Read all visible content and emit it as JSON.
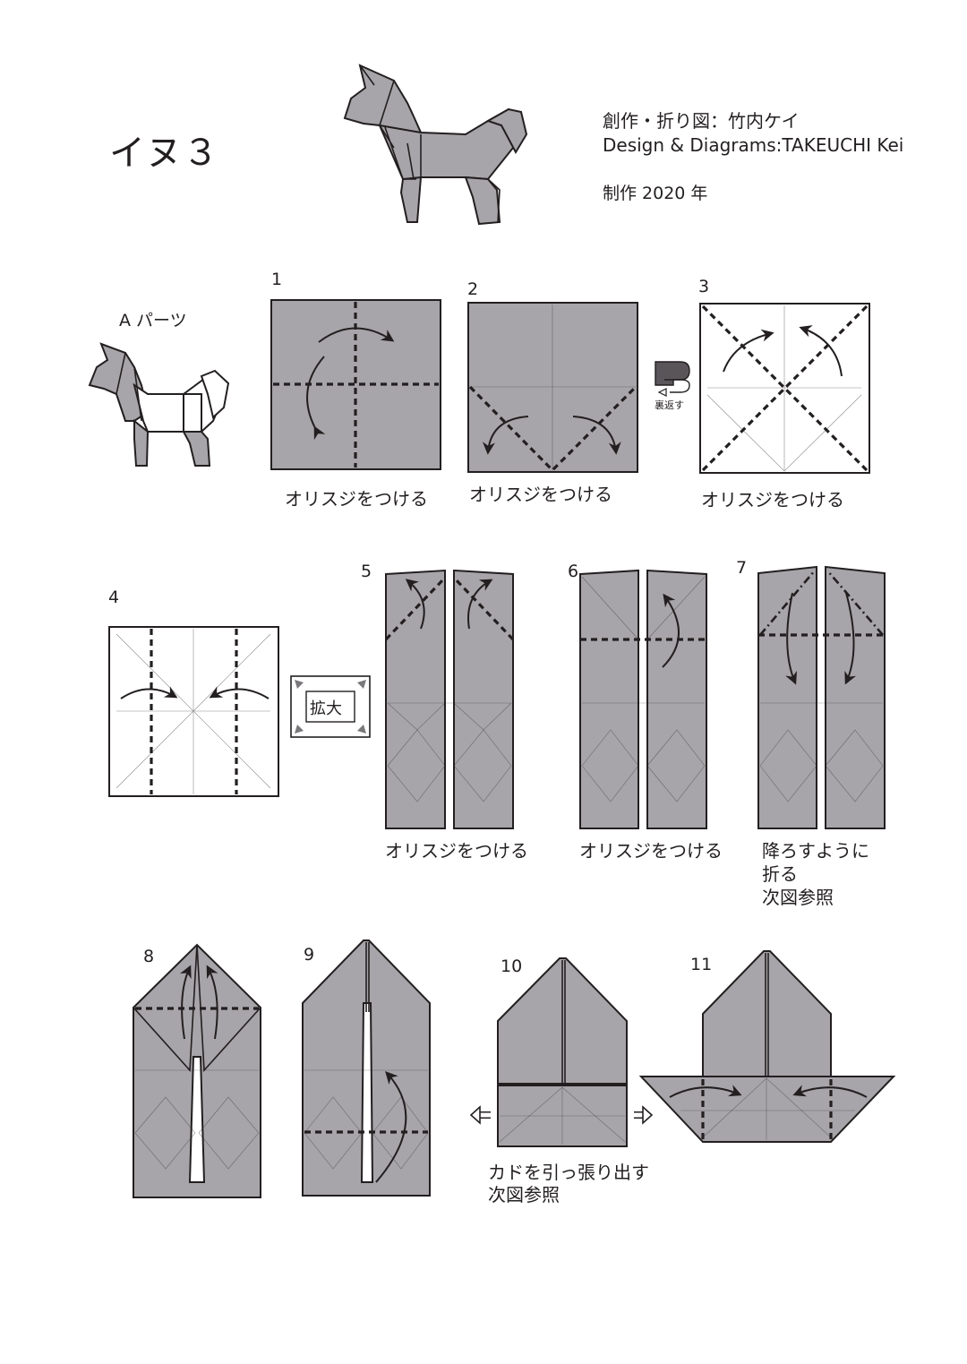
{
  "header": {
    "title": "イヌ３",
    "credit_ja": "創作・折り図：竹内ケイ",
    "credit_en": "Design & Diagrams:TAKEUCHI Kei",
    "year": "制作 2020 年"
  },
  "part_label": "A パーツ",
  "icons": {
    "turn_over_label": "裏返す",
    "enlarge_label": "拡大"
  },
  "colors": {
    "paper": "#a7a5a9",
    "line": "#231f20"
  },
  "steps": [
    {
      "number": "1",
      "caption": "オリスジをつける"
    },
    {
      "number": "2",
      "caption": "オリスジをつける"
    },
    {
      "number": "3",
      "caption": "オリスジをつける"
    },
    {
      "number": "4",
      "caption": ""
    },
    {
      "number": "5",
      "caption": "オリスジをつける"
    },
    {
      "number": "6",
      "caption": "オリスジをつける"
    },
    {
      "number": "7",
      "caption_lines": [
        "降ろすように",
        "折る",
        "次図参照"
      ]
    },
    {
      "number": "8",
      "caption": ""
    },
    {
      "number": "9",
      "caption": ""
    },
    {
      "number": "10",
      "caption_lines": [
        "カドを引っ張り出す",
        "次図参照"
      ]
    },
    {
      "number": "11",
      "caption": ""
    }
  ]
}
